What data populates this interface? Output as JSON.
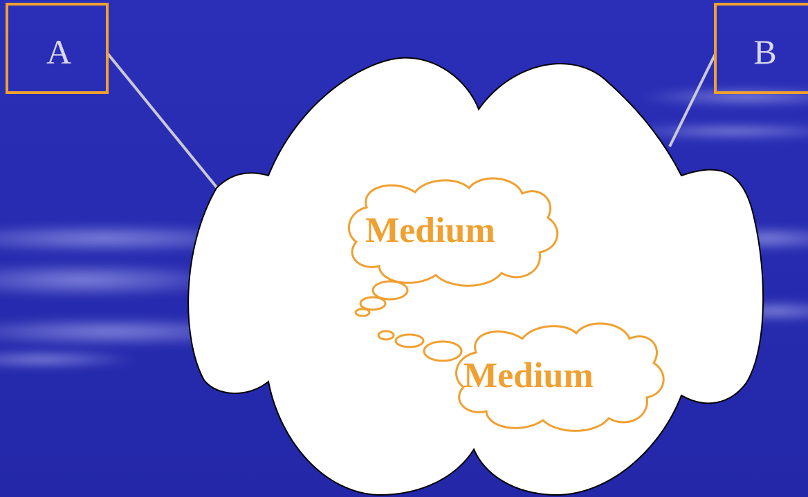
{
  "diagram": {
    "node_a": {
      "label": "A"
    },
    "node_b": {
      "label": "B"
    },
    "thought_top": {
      "label": "Medium"
    },
    "thought_bottom": {
      "label": "Medium"
    }
  },
  "colors": {
    "background_top": "#2a2db5",
    "background_bottom": "#2428a8",
    "accent": "#f0a030",
    "link": "#c9c9d6",
    "cloud": "#ffffff"
  }
}
